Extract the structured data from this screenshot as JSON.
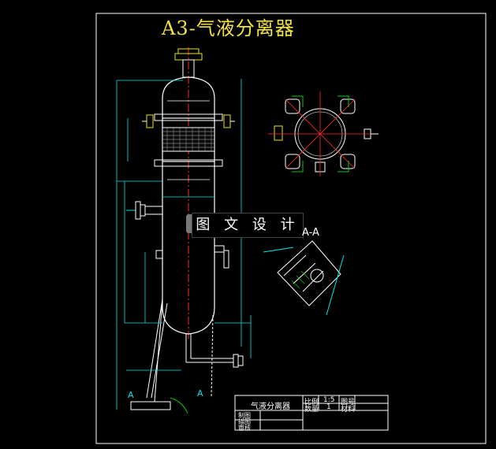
{
  "title": "A3-气液分离器",
  "watermark": "图 文 设 计",
  "section_label": "A-A",
  "section_mark_a": "A",
  "title_block": {
    "name": "气液分离器",
    "scale_label": "比例",
    "scale_value": "1:5",
    "qty_label": "数量",
    "qty_value": "1",
    "material_label": "材料",
    "drawing_no_label": "图号",
    "row_labels": [
      "制图",
      "描图",
      "审核"
    ]
  },
  "colors": {
    "background": "#000000",
    "frame": "#ffffff",
    "title": "#f2e24a",
    "vessel": "#ffffff",
    "centerline": "#ff2a2a",
    "dimension": "#00e5e5",
    "flange": "#e8e800",
    "hatch": "#00d000"
  }
}
